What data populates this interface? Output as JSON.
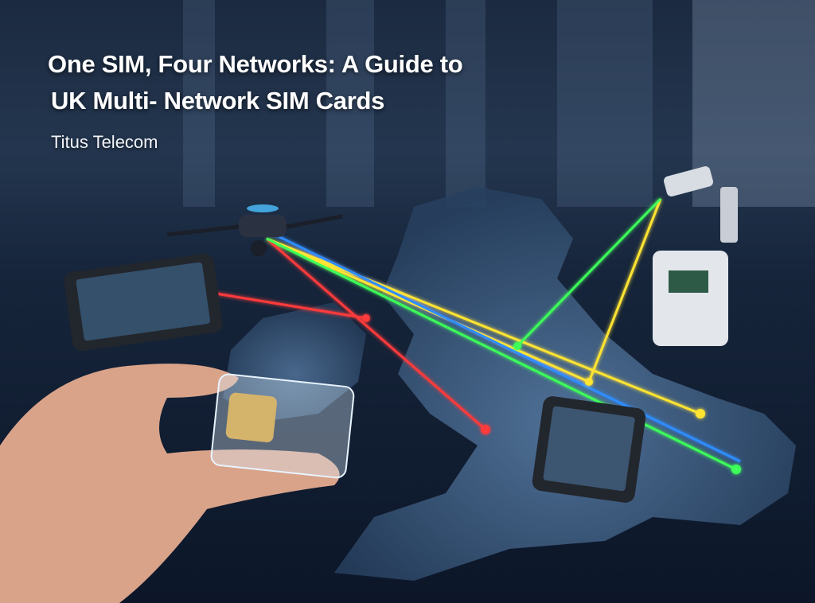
{
  "header": {
    "title_line1": "One SIM, Four Networks: A Guide to",
    "title_line2": "UK Multi- Network SIM Cards",
    "brand": "Titus Telecom"
  },
  "colors": {
    "red_network": "#ff3b3b",
    "yellow_network": "#ffe433",
    "green_network": "#3dff5a",
    "blue_network": "#2f8dff"
  }
}
